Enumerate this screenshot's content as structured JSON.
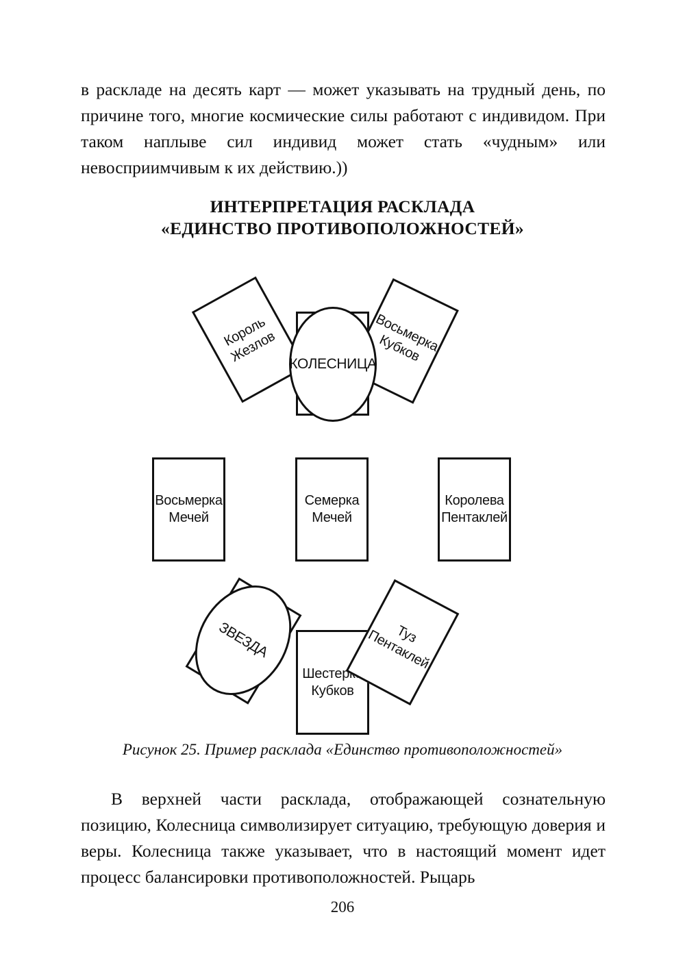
{
  "page": {
    "folio": "206",
    "background_color": "#ffffff",
    "ink_color": "#111111"
  },
  "paragraphs": {
    "top": "в раскладе на десять карт — может указывать на трудный день, по причине того, многие космические силы работают с индивидом. При таком наплыве сил индивид может стать «чудным» или невосприимчивым к их действию.))",
    "bottom": "В верхней части расклада, отображающей сознательную позицию, Колесница символизирует ситуацию, требующую доверия и веры. Колесница также указывает, что в настоящий момент идет процесс балансировки противоположностей. Рыцарь"
  },
  "figure": {
    "heading_line1": "ИНТЕРПРЕТАЦИЯ РАСКЛАДА",
    "heading_line2": "«ЕДИНСТВО ПРОТИВОПОЛОЖНОСТЕЙ»",
    "caption": "Рисунок 25. Пример расклада «Единство противоположностей»",
    "groups": {
      "top_row": {
        "left_card": "Король\nЖезлов",
        "center_card": "",
        "center_ellipse": "КОЛЕСНИЦА",
        "right_card": "Восьмерка\nКубков"
      },
      "middle_row": {
        "left_card": "Восьмерка\nМечей",
        "center_card": "Семерка\nМечей",
        "right_card": "Королева\nПентаклей"
      },
      "bottom_row": {
        "left_ellipse": "ЗВЕЗДА",
        "left_card": "",
        "center_card": "Шестерка\nКубков",
        "right_card": "Туз\nПентаклей"
      }
    }
  }
}
